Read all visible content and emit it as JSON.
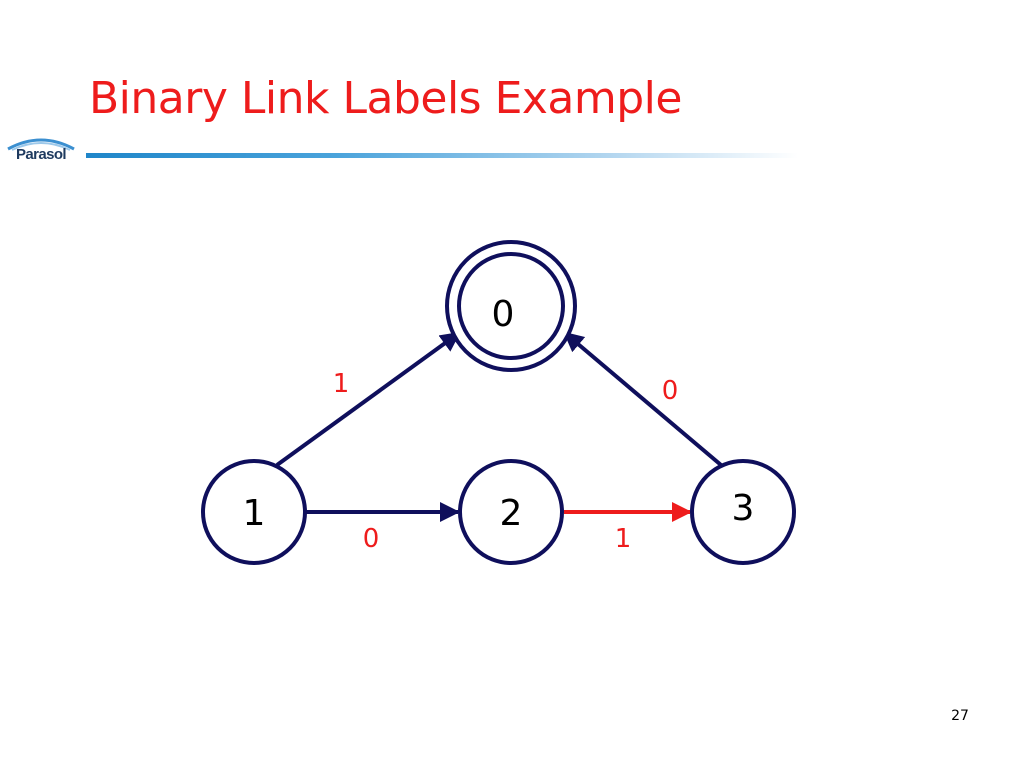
{
  "slide": {
    "title": "Binary Link Labels Example",
    "page_number": "27"
  },
  "logo": {
    "text": "Parasol"
  },
  "colors": {
    "title": "#ee1c1c",
    "node_stroke": "#0f0f5c",
    "edge": "#0f0f5c",
    "highlight_edge": "#ee1c1c",
    "edge_label": "#ee1c1c"
  },
  "diagram": {
    "nodes": [
      {
        "id": "0",
        "label": "0",
        "accepting": true
      },
      {
        "id": "1",
        "label": "1",
        "accepting": false
      },
      {
        "id": "2",
        "label": "2",
        "accepting": false
      },
      {
        "id": "3",
        "label": "3",
        "accepting": false
      }
    ],
    "edges": [
      {
        "from": "1",
        "to": "0",
        "label": "1",
        "highlighted": false
      },
      {
        "from": "3",
        "to": "0",
        "label": "0",
        "highlighted": false
      },
      {
        "from": "1",
        "to": "2",
        "label": "0",
        "highlighted": false
      },
      {
        "from": "2",
        "to": "3",
        "label": "1",
        "highlighted": true
      }
    ]
  }
}
